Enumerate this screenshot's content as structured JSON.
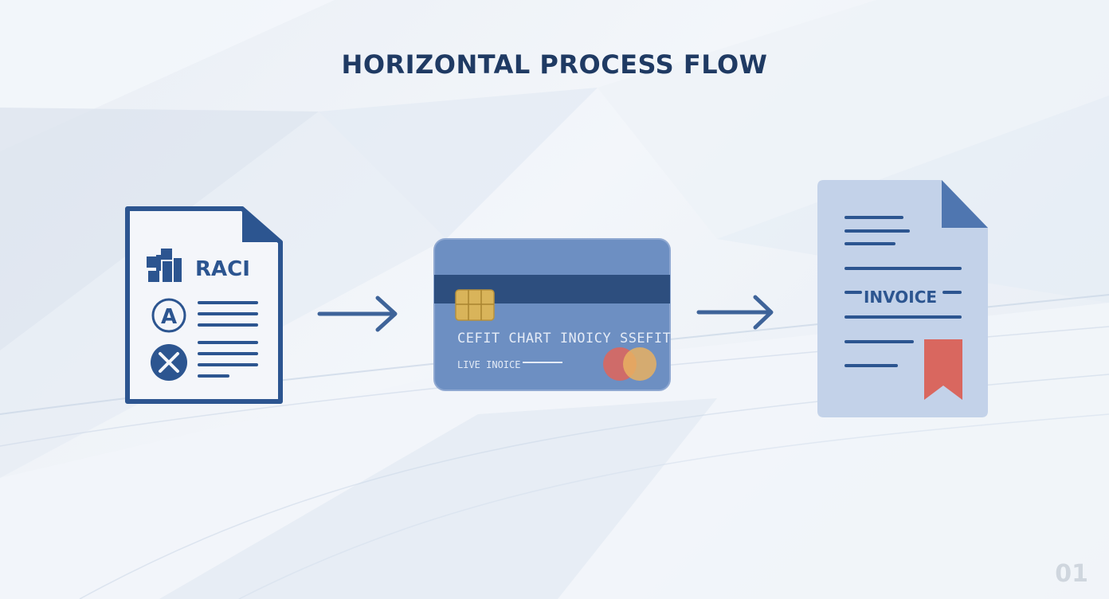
{
  "title": "HORIZONTAL PROCESS FLOW",
  "page_number": "01",
  "steps": [
    {
      "icon": "raci-document-icon",
      "label": "RACI",
      "marks": [
        "A"
      ]
    },
    {
      "icon": "credit-card-icon",
      "card_text": "CEFIT CHART INOICY SSEFIT",
      "card_subtext": "LIVE INOICE"
    },
    {
      "icon": "invoice-document-icon",
      "label": "INVOICE"
    }
  ],
  "colors": {
    "navy": "#1f3a63",
    "doc_blue": "#2c5590",
    "card_blue": "#6d8fc2",
    "stripe": "#2d4e7e",
    "chip": "#d9b45a",
    "bookmark": "#d9675f"
  }
}
